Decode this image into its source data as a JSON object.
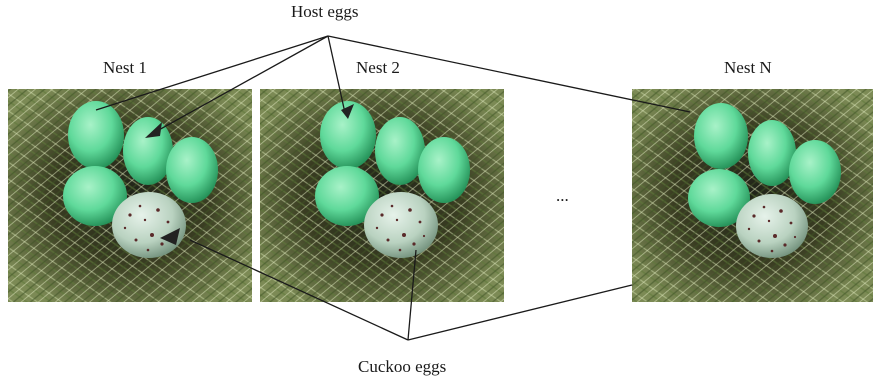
{
  "labels": {
    "host_eggs": "Host eggs",
    "cuckoo_eggs": "Cuckoo eggs",
    "ellipsis": "..."
  },
  "nests": [
    {
      "label": "Nest 1"
    },
    {
      "label": "Nest 2"
    },
    {
      "label": "Nest N"
    }
  ],
  "colors": {
    "host_egg": "#5fd99a",
    "host_egg_shade": "#2aa86a",
    "cuckoo_egg": "#c7d9cc",
    "cuckoo_speckle": "#5a2a2a",
    "nest_dark": "#2d2a1a",
    "grass": "#8fa870",
    "line": "#1a1a1a"
  }
}
